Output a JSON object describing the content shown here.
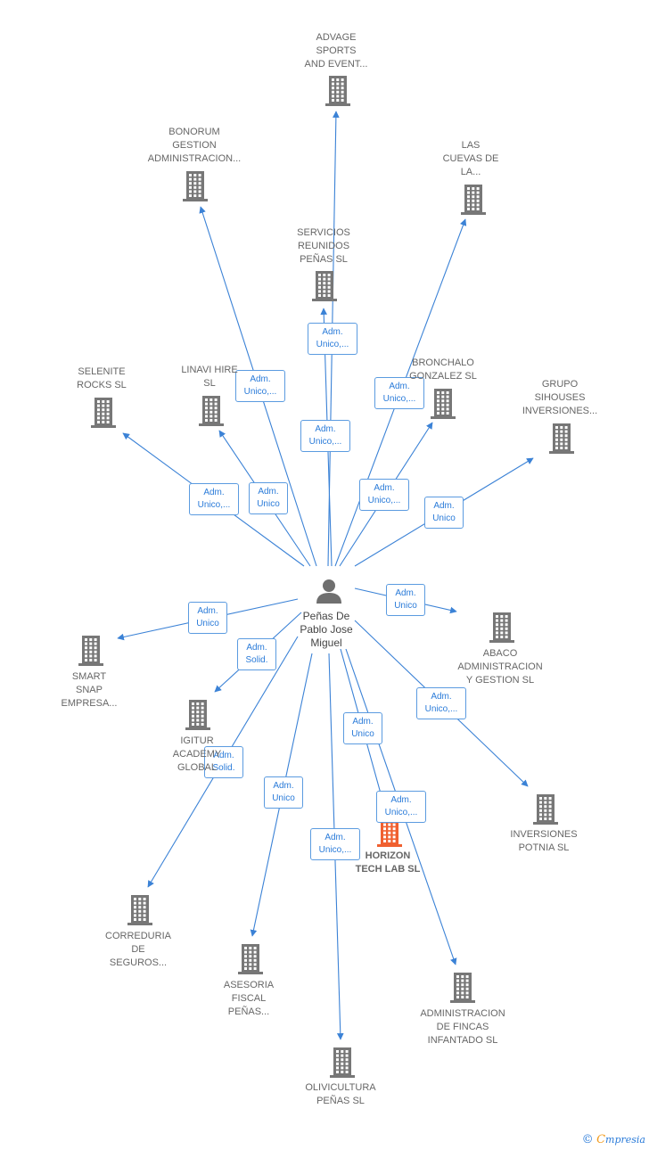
{
  "center": {
    "label": "Peñas De\nPablo Jose\nMiguel",
    "icon": "person-icon"
  },
  "colors": {
    "edge": "#3b82d6",
    "node": "#777777",
    "focus": "#f06030",
    "label": "#666666"
  },
  "nodes": [
    {
      "id": "advage",
      "label": "ADVAGE\nSPORTS\nAND EVENT...",
      "icon": "building-icon"
    },
    {
      "id": "bonorum",
      "label": "BONORUM\nGESTION\nADMINISTRACION...",
      "icon": "building-icon"
    },
    {
      "id": "cuevas",
      "label": "LAS\nCUEVAS DE\nLA...",
      "icon": "building-icon"
    },
    {
      "id": "servicios",
      "label": "SERVICIOS\nREUNIDOS\nPEÑAS SL",
      "icon": "building-icon"
    },
    {
      "id": "selenite",
      "label": "SELENITE\nROCKS SL",
      "icon": "building-icon"
    },
    {
      "id": "linavi",
      "label": "LINAVI HIRE\nSL",
      "icon": "building-icon"
    },
    {
      "id": "bronchalo",
      "label": "BRONCHALO\nGONZALEZ SL",
      "icon": "building-icon"
    },
    {
      "id": "sihouses",
      "label": "GRUPO\nSIHOUSES\nINVERSIONES...",
      "icon": "building-icon"
    },
    {
      "id": "smart",
      "label": "SMART\nSNAP\nEMPRESA...",
      "icon": "building-icon"
    },
    {
      "id": "abaco",
      "label": "ABACO\nADMINISTRACION\nY GESTION SL",
      "icon": "building-icon"
    },
    {
      "id": "igitur",
      "label": "IGITUR\nACADEMY\nGLOBAL",
      "icon": "building-icon"
    },
    {
      "id": "horizon",
      "label": "HORIZON\nTECH LAB SL",
      "icon": "building-icon",
      "focus": true
    },
    {
      "id": "potnia",
      "label": "INVERSIONES\nPOTNIA SL",
      "icon": "building-icon"
    },
    {
      "id": "correduria",
      "label": "CORREDURIA\nDE\nSEGUROS...",
      "icon": "building-icon"
    },
    {
      "id": "asesoria",
      "label": "ASESORIA\nFISCAL\nPEÑAS...",
      "icon": "building-icon"
    },
    {
      "id": "fincas",
      "label": "ADMINISTRACION\nDE FINCAS\nINFANTADO SL",
      "icon": "building-icon"
    },
    {
      "id": "olivicultura",
      "label": "OLIVICULTURA\nPEÑAS SL",
      "icon": "building-icon"
    }
  ],
  "edges": [
    {
      "to": "advage",
      "label": "Adm.\nUnico,..."
    },
    {
      "to": "bonorum",
      "label": "Adm.\nUnico,..."
    },
    {
      "to": "cuevas",
      "label": "Adm.\nUnico,..."
    },
    {
      "to": "servicios",
      "label": "Adm.\nUnico,..."
    },
    {
      "to": "selenite",
      "label": "Adm.\nUnico,..."
    },
    {
      "to": "linavi",
      "label": "Adm.\nUnico"
    },
    {
      "to": "bronchalo",
      "label": "Adm.\nUnico,..."
    },
    {
      "to": "sihouses",
      "label": "Adm.\nUnico"
    },
    {
      "to": "smart",
      "label": "Adm.\nUnico"
    },
    {
      "to": "abaco",
      "label": "Adm.\nUnico"
    },
    {
      "to": "igitur",
      "label": "Adm.\nSolid."
    },
    {
      "to": "potnia",
      "label": "Adm.\nUnico,..."
    },
    {
      "to": "correduria",
      "label": "Adm.\nSolid."
    },
    {
      "to": "horizon",
      "label": "Adm.\nUnico"
    },
    {
      "to": "fincas",
      "label": "Adm.\nUnico,..."
    },
    {
      "to": "asesoria",
      "label": "Adm.\nUnico"
    },
    {
      "to": "olivicultura",
      "label": "Adm.\nUnico,..."
    }
  ],
  "brand": {
    "copyright": "©",
    "initial": "C",
    "name": "mpresia"
  }
}
